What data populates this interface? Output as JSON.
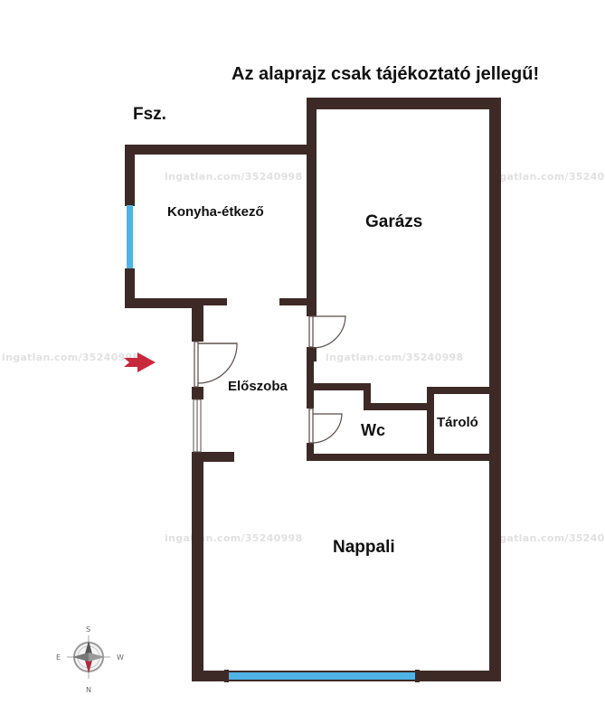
{
  "notice": "Az alaprajz csak tájékoztató jellegű!",
  "floor_label": "Fsz.",
  "rooms": {
    "kitchen": "Konyha-étkező",
    "garage": "Garázs",
    "hall": "Előszoba",
    "wc": "Wc",
    "storage": "Tároló",
    "living": "Nappali"
  },
  "watermark": "ingatlan.com/35240998",
  "compass": {
    "top": "S",
    "bottom": "N",
    "left": "E",
    "right": "W"
  },
  "colors": {
    "wall": "#3d2a26",
    "window": "#4fb3e6",
    "entrance_arrow": "#c8283c",
    "door": "#5a4a48"
  }
}
